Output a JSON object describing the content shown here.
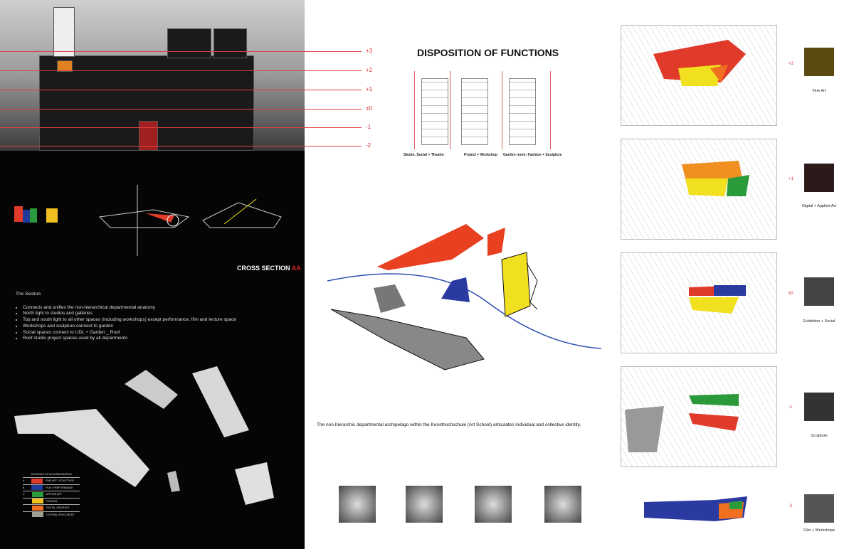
{
  "section": {
    "levels": [
      "+3",
      "+2",
      "+1",
      "±0",
      "-1",
      "-2"
    ],
    "title": "CROSS SECTION",
    "title_accent": "AA"
  },
  "section_text": {
    "heading": "The Section:",
    "bullets": [
      "Connects and unifies the non-hierarchical departmental anatomy",
      "North light to studios and galleries",
      "Top and south light to all other spaces (including workshops) except performance, film and lecture space",
      "Workshops and sculpture connect to garden",
      "Social spaces connect to UDL + Garden _ Roof",
      "Roof studio project spaces used by all departments"
    ]
  },
  "legend": {
    "title": "SCHEDULE OF ACCOMMODATION",
    "items": [
      {
        "letter": "A",
        "label": "FINE ART / SCULPTURE",
        "color": "#e03a2a"
      },
      {
        "letter": "B",
        "label": "FILM / PERFORMANCE",
        "color": "#1f3a9a"
      },
      {
        "letter": "C",
        "label": "APPLIED ART",
        "color": "#2a9a3a"
      },
      {
        "letter": "",
        "label": "FASHION",
        "color": "#f0c020"
      },
      {
        "letter": "",
        "label": "DIGITAL GRAPHICS",
        "color": "#f07020"
      },
      {
        "letter": "",
        "label": "CENTRAL RESOURCES",
        "color": "#a0a090"
      }
    ]
  },
  "disposition": {
    "title": "DISPOSITION OF FUNCTIONS",
    "captions": [
      "Studio, Social + Theatre",
      "Project + Workshop",
      "Garden room: Fashion + Sculpture"
    ]
  },
  "archipelago_caption": "The non-hierarchic departmental archipelago within the Kunsthochschule (Art School) articulates individual and collective identity.",
  "plans": [
    {
      "level": "+2",
      "caption": "Fine Art"
    },
    {
      "level": "+1",
      "caption": "Digital + Applied Art"
    },
    {
      "level": "±0",
      "caption": "Exhibition + Social"
    },
    {
      "level": "-1",
      "caption": "Sculpture"
    },
    {
      "level": "-2",
      "caption": "Film + Workshops"
    }
  ]
}
